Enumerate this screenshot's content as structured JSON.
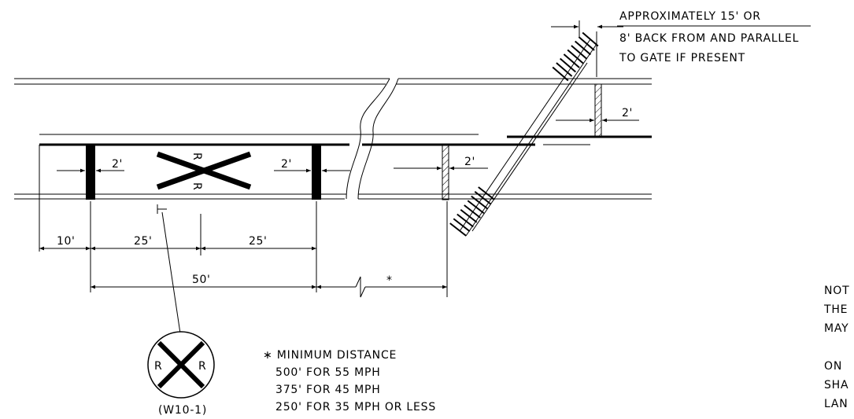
{
  "dimensions": {
    "bar_offset_left": "2'",
    "bar_offset_right": "2'",
    "bar_offset_stop_line": "2'",
    "bar_offset_far_lane": "2'",
    "sign_to_bar": "10'",
    "legend_spacing_1": "25'",
    "legend_spacing_2": "25'",
    "total_marking_length": "50'",
    "variable_distance_mark": "*"
  },
  "pavement_legend": {
    "letter_top": "R",
    "letter_bottom": "R"
  },
  "gate_note": [
    "APPROXIMATELY 15' OR",
    "8' BACK FROM AND PARALLEL",
    "TO GATE IF PRESENT"
  ],
  "minimum_distance_note": {
    "heading": "∗ MINIMUM DISTANCE",
    "rows": [
      "500' FOR 55 MPH",
      "375' FOR 45 MPH",
      "250' FOR 35 MPH OR LESS"
    ]
  },
  "sign": {
    "letter_left": "R",
    "letter_right": "R",
    "code": "(W10-1)"
  },
  "side_notes": {
    "first": [
      "NOT",
      "THE",
      "MAY"
    ],
    "second": [
      "ON",
      "SHA",
      "LAN"
    ]
  }
}
